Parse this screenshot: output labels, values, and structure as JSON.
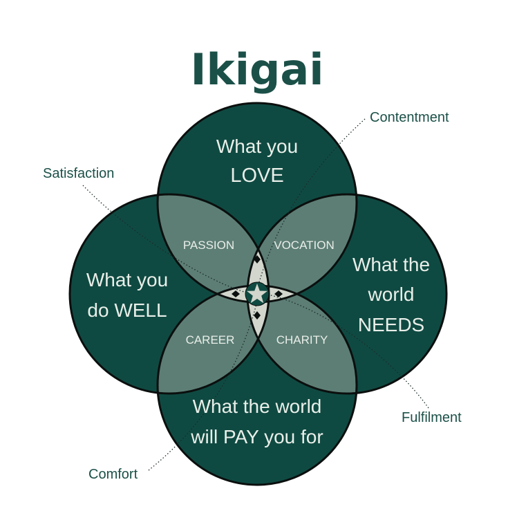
{
  "title": "Ikigai",
  "colors": {
    "circle": "#0f4a42",
    "overlap": "#5d7e75",
    "center": "#d2d6cc",
    "outline": "#0b0f0e",
    "callout_text": "#1b5048",
    "title": "#1b5048",
    "label": "#e9efe9"
  },
  "circles": {
    "love": {
      "line1": "What you",
      "line2": "LOVE"
    },
    "well": {
      "line1": "What you",
      "line2": "do WELL"
    },
    "needs": {
      "line1": "What the",
      "line2": "world",
      "line3": "NEEDS"
    },
    "pay": {
      "line1": "What the world",
      "line2": "will PAY you for"
    }
  },
  "overlaps": {
    "passion": "PASSION",
    "vocation": "VOCATION",
    "career": "CAREER",
    "charity": "CHARITY"
  },
  "callouts": {
    "contentment": "Contentment",
    "satisfaction": "Satisfaction",
    "fulfilment": "Fulfilment",
    "comfort": "Comfort"
  },
  "center_icon": "star-icon"
}
